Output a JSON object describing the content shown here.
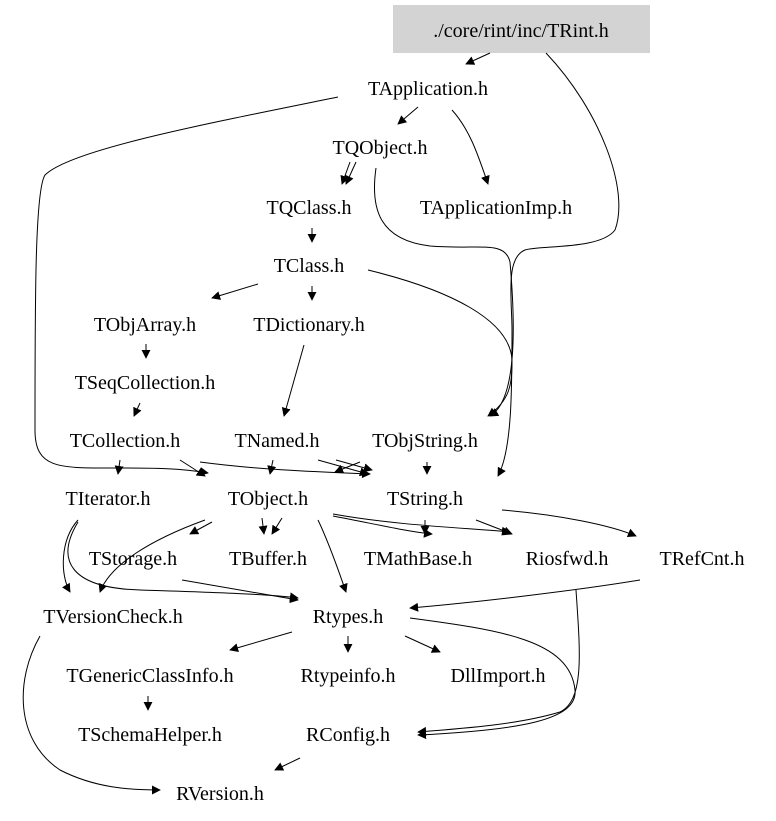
{
  "colors": {
    "root_fill": "#d3d3d3",
    "edge": "#000000",
    "background": "#ffffff"
  },
  "nodes": {
    "root": "./core/rint/inc/TRint.h",
    "TApplication": "TApplication.h",
    "TQObject": "TQObject.h",
    "TQClass": "TQClass.h",
    "TApplicationImp": "TApplicationImp.h",
    "TClass": "TClass.h",
    "TObjArray": "TObjArray.h",
    "TDictionary": "TDictionary.h",
    "TSeqCollection": "TSeqCollection.h",
    "TCollection": "TCollection.h",
    "TNamed": "TNamed.h",
    "TObjString": "TObjString.h",
    "TIterator": "TIterator.h",
    "TObject": "TObject.h",
    "TString": "TString.h",
    "TStorage": "TStorage.h",
    "TBuffer": "TBuffer.h",
    "TMathBase": "TMathBase.h",
    "Riosfwd": "Riosfwd.h",
    "TRefCnt": "TRefCnt.h",
    "TVersionCheck": "TVersionCheck.h",
    "Rtypes": "Rtypes.h",
    "TGenericClassInfo": "TGenericClassInfo.h",
    "Rtypeinfo": "Rtypeinfo.h",
    "DllImport": "DllImport.h",
    "TSchemaHelper": "TSchemaHelper.h",
    "RConfig": "RConfig.h",
    "RVersion": "RVersion.h"
  }
}
